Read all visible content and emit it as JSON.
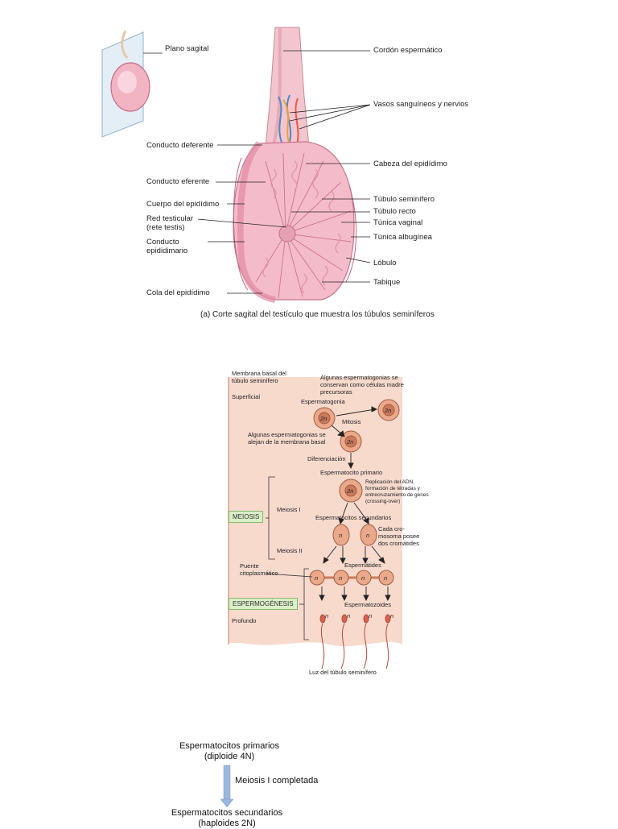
{
  "figure_a": {
    "caption": "(a) Corte sagital del testículo que muestra los túbulos seminíferos",
    "labels": {
      "plano_sagital": "Plano sagital",
      "cordon": "Cordón espermático",
      "vasos": "Vasos sanguíneos y nervios",
      "conducto_deferente": "Conducto deferente",
      "cabeza": "Cabeza del epidídimo",
      "conducto_eferente": "Conducto eferente",
      "tubulo_seminifero": "Túbulo seminífero",
      "cuerpo": "Cuerpo del epidídimo",
      "tubulo_recto": "Túbulo recto",
      "red_testicular": "Red testicular (rete testis)",
      "tunica_vaginal": "Túnica vaginal",
      "tunica_albuginea": "Túnica albugínea",
      "conducto_epididimario": "Conducto epididimario",
      "lobulo": "Lóbulo",
      "tabique": "Tabique",
      "cola": "Cola del epidídimo"
    }
  },
  "figure_b": {
    "labels": {
      "membrana_basal": "Membrana basal del túbulo seminífero",
      "superficial": "Superficial",
      "algunas_conservan": "Algunas espermatogonias se conservan como células madre precursoras",
      "espermatogonia": "Espermatogonia",
      "mitosis": "Mitosis",
      "algunas_alejan": "Algunas espermatogonias se alejan de la membrana basal",
      "diferenciacion": "Diferenciación",
      "espermatocito_primario": "Espermatocito primario",
      "replicacion": "Replicación del ADN, formación de tétradas y entrecruzamiento de genes (crossing-over)",
      "meiosis": "MEIOSIS",
      "meiosis_i": "Meiosis I",
      "espermatocitos_secundarios": "Espermatocitos secundarios",
      "cada_cromosoma": "Cada cro- mosoma posee dos cromátides",
      "meiosis_ii": "Meiosis II",
      "puente": "Puente citoplasmático",
      "espermatides": "Espermátides",
      "espermogenesis": "ESPERMOGÉNESIS",
      "espermatozoides": "Espermatozoides",
      "profundo": "Profundo",
      "luz": "Luz del túbulo seminífero"
    },
    "ploidy": {
      "diploid": "2n",
      "haploid": "n"
    }
  },
  "figure_c": {
    "top": "Espermatocitos primarios",
    "top_sub": "(diploide 4N)",
    "step": "Meiosis I completada",
    "bottom": "Espermatocitos secundarios",
    "bottom_sub": "(haploides 2N)"
  },
  "colors": {
    "tissue": "#f1b7c4",
    "tubule": "#e07a96",
    "cell": "#e9a98a",
    "badge": "#d9efc8",
    "arrow": "#9bb7dd"
  }
}
